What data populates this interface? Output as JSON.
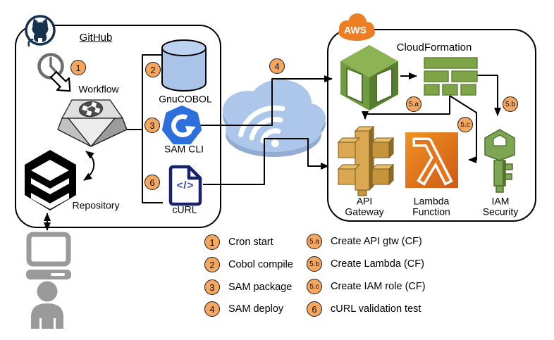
{
  "colors": {
    "badge_orange": "#F6A75F",
    "aws_badge_orange": "#ED7E23",
    "codebuild_green": "#76A343",
    "cloudformation_green": "#7DA446",
    "api_gateway_gold": "#D9A850",
    "lambda_orange": "#E87D1E",
    "iam_green": "#7CA653",
    "cloud_blue": "#ADC7EA",
    "sam_cli_blue": "#2D6FDB",
    "curl_navy": "#18226B",
    "gnucobol_blue": "#A9C4E8",
    "github_navy": "#15334F",
    "user_gray": "#9A9A9A"
  },
  "github_panel": {
    "title": "GitHub",
    "workflow_label": "Workflow",
    "repository_label": "Repository",
    "gnucobol_label": "GnuCOBOL",
    "sam_cli_label": "SAM CLI",
    "curl_label": "cURL",
    "curl_glyph": "</>"
  },
  "aws_panel": {
    "badge_label": "AWS",
    "cloudformation_label": "CloudFormation",
    "api_gateway_label": "API Gateway",
    "lambda_label": "Lambda Function",
    "iam_label": "IAM Security"
  },
  "steps": {
    "s1": "1",
    "s2": "2",
    "s3": "3",
    "s4": "4",
    "s5a": "5.a",
    "s5b": "5.b",
    "s5c": "5.c",
    "s6": "6"
  },
  "legend": {
    "col1": [
      {
        "badge": "1",
        "text": "Cron start"
      },
      {
        "badge": "2",
        "text": "Cobol compile"
      },
      {
        "badge": "3",
        "text": "SAM package"
      },
      {
        "badge": "4",
        "text": "SAM deploy"
      }
    ],
    "col2": [
      {
        "badge": "5.a",
        "text": "Create API gtw (CF)"
      },
      {
        "badge": "5.b",
        "text": "Create Lambda (CF)"
      },
      {
        "badge": "5.c",
        "text": "Create IAM role (CF)"
      },
      {
        "badge": "6",
        "text": "cURL validation test"
      }
    ]
  }
}
